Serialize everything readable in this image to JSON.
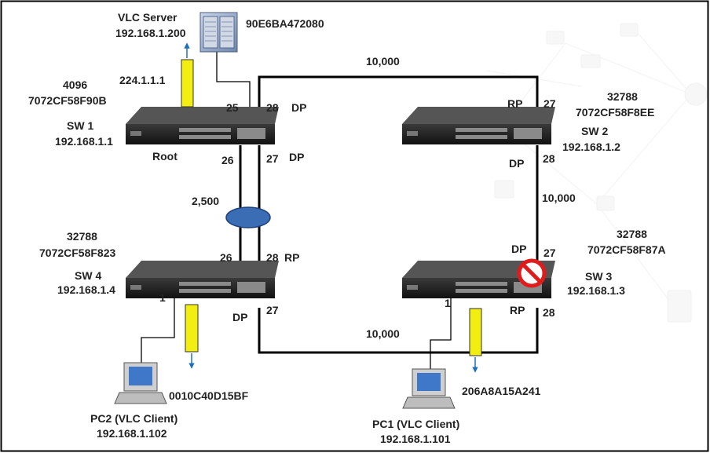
{
  "server": {
    "title": "VLC Server",
    "ip": "192.168.1.200",
    "mac": "90E6BA472080",
    "multicast": "224.1.1.1"
  },
  "links": {
    "top": "10,000",
    "right": "10,000",
    "bottom": "10,000",
    "lag": "2,500"
  },
  "switches": {
    "sw1": {
      "name": "SW 1",
      "ip": "192.168.1.1",
      "priority": "4096",
      "mac": "7072CF58F90B",
      "role": "Root",
      "port_a": "25",
      "port_b": "28",
      "role_b": "DP",
      "port_c": "26",
      "port_d": "27",
      "role_d": "DP"
    },
    "sw2": {
      "name": "SW 2",
      "ip": "192.168.1.2",
      "priority": "32788",
      "mac": "7072CF58F8EE",
      "port_a_role": "RP",
      "port_a": "27",
      "port_b_role": "DP",
      "port_b": "28"
    },
    "sw3": {
      "name": "SW 3",
      "ip": "192.168.1.3",
      "priority": "32788",
      "mac": "7072CF58F87A",
      "port_a_role": "DP",
      "port_a": "27",
      "port_b_role": "RP",
      "port_b": "28",
      "port_c": "1"
    },
    "sw4": {
      "name": "SW 4",
      "ip": "192.168.1.4",
      "priority": "32788",
      "mac": "7072CF58F823",
      "port_a": "26",
      "port_b": "28",
      "role_b": "RP",
      "role_c": "DP",
      "port_c": "27",
      "port_d": "1"
    }
  },
  "clients": {
    "pc1": {
      "title": "PC1 (VLC Client)",
      "ip": "192.168.1.101",
      "mac": "206A8A15A241"
    },
    "pc2": {
      "title": "PC2 (VLC Client)",
      "ip": "192.168.1.102",
      "mac": "0010C40D15BF"
    }
  },
  "icons": {
    "blocked": "blocked-port-icon",
    "switch": "network-switch-icon",
    "server": "server-icon",
    "pc": "desktop-pc-icon"
  },
  "colors": {
    "link": "#000000",
    "flow": "#1f6fc0",
    "stream_box": "#f2ee12",
    "lag_ellipse": "#3b6db5",
    "blocked": "#e01b1b"
  }
}
